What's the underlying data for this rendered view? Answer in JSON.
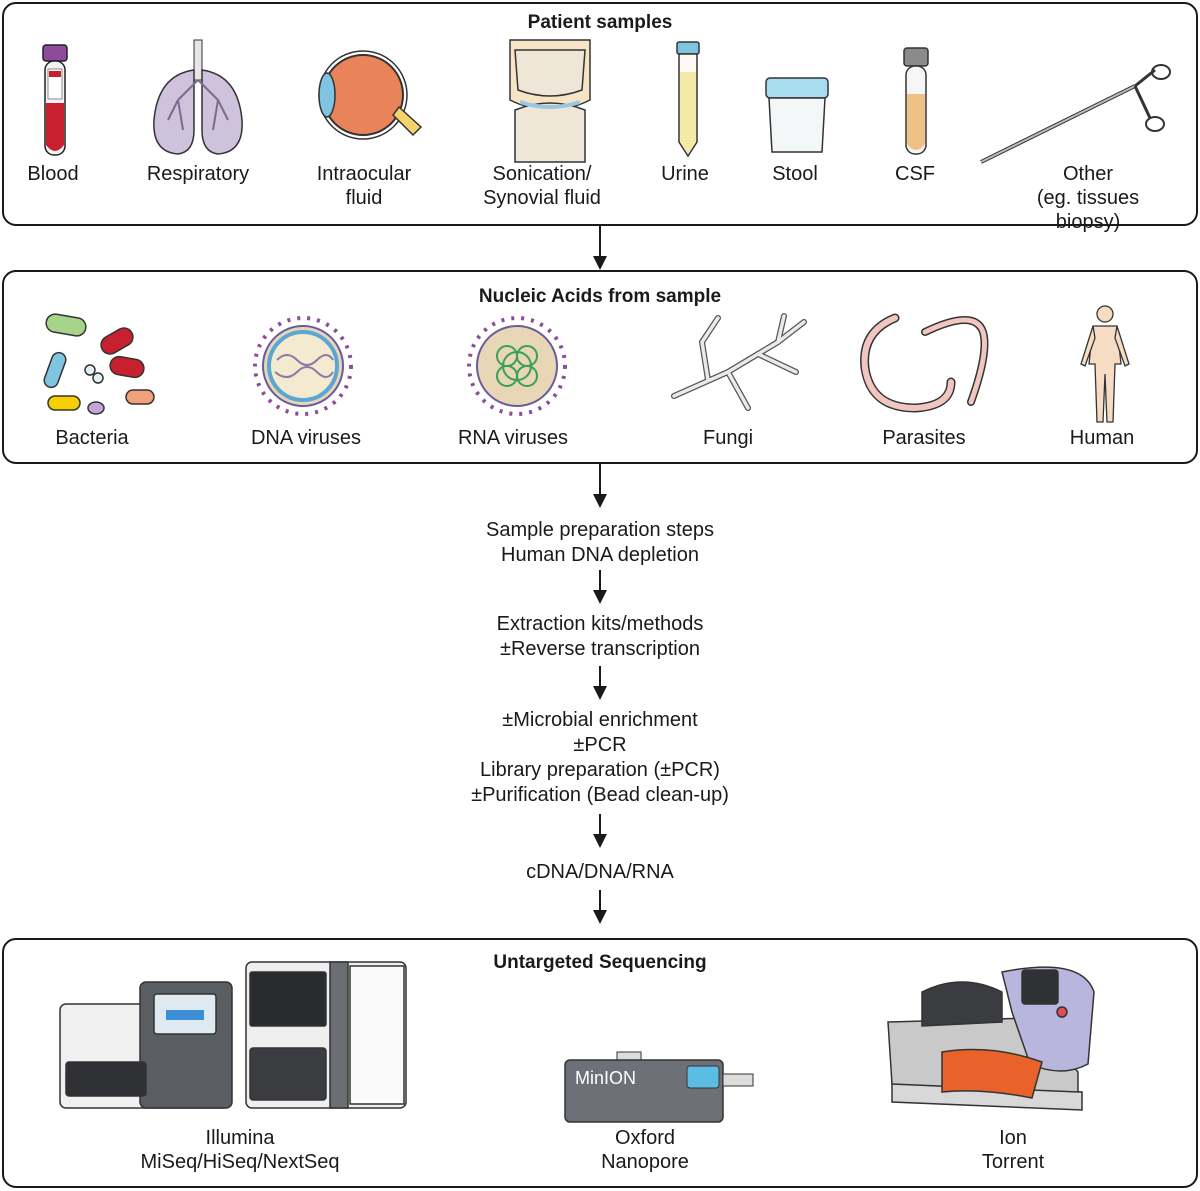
{
  "panels": {
    "samples": {
      "title": "Patient samples",
      "items": [
        {
          "label": "Blood",
          "icon": "blood-tube-icon"
        },
        {
          "label": "Respiratory",
          "icon": "lungs-icon"
        },
        {
          "label": "Intraocular\nfluid",
          "icon": "eye-icon"
        },
        {
          "label": "Sonication/\nSynovial fluid",
          "icon": "knee-joint-icon"
        },
        {
          "label": "Urine",
          "icon": "urine-tube-icon"
        },
        {
          "label": "Stool",
          "icon": "stool-cup-icon"
        },
        {
          "label": "CSF",
          "icon": "csf-tube-icon"
        },
        {
          "label": "Other\n(eg. tissues biopsy)",
          "icon": "biopsy-forceps-icon"
        }
      ]
    },
    "nucleic": {
      "title": "Nucleic Acids from sample",
      "items": [
        {
          "label": "Bacteria",
          "icon": "bacteria-icon"
        },
        {
          "label": "DNA viruses",
          "icon": "dna-virus-icon"
        },
        {
          "label": "RNA viruses",
          "icon": "rna-virus-icon"
        },
        {
          "label": "Fungi",
          "icon": "fungi-icon"
        },
        {
          "label": "Parasites",
          "icon": "parasite-worm-icon"
        },
        {
          "label": "Human",
          "icon": "human-figure-icon"
        }
      ]
    },
    "sequencing": {
      "title": "Untargeted Sequencing",
      "device_text": "MinION",
      "items": [
        {
          "label": "Illumina\nMiSeq/HiSeq/NextSeq",
          "icon": "illumina-sequencers-icon"
        },
        {
          "label": "Oxford\nNanopore",
          "icon": "minion-device-icon"
        },
        {
          "label": "Ion\nTorrent",
          "icon": "ion-torrent-icon"
        }
      ]
    }
  },
  "steps": [
    {
      "lines": [
        "Sample preparation steps",
        "Human DNA depletion"
      ]
    },
    {
      "lines": [
        "Extraction kits/methods",
        "±Reverse transcription"
      ]
    },
    {
      "lines": [
        "±Microbial enrichment",
        "±PCR",
        "Library preparation (±PCR)",
        "±Purification (Bead clean-up)"
      ]
    },
    {
      "lines": [
        "cDNA/DNA/RNA"
      ]
    }
  ],
  "colors": {
    "border": "#1a1a1a",
    "blood": "#c8202f",
    "eye": "#e8835a",
    "urine": "#f3eaa8",
    "csf": "#f0c184",
    "stool": "#a9dcef",
    "illumina_blue": "#3c8ed6",
    "ion_orange": "#e8622a",
    "ion_purple": "#b8b6dc"
  }
}
